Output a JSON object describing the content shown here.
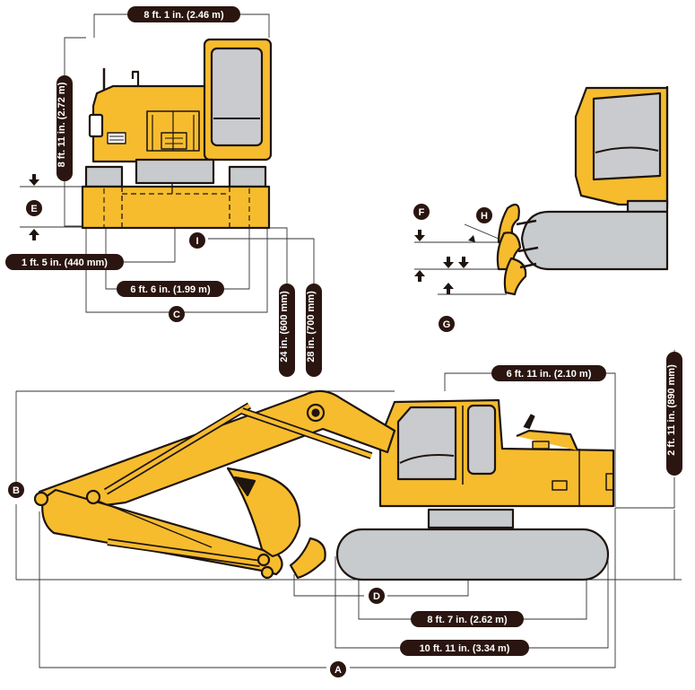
{
  "colors": {
    "machine_yellow": "#F6BC2E",
    "track_gray": "#C8CBCD",
    "glass_gray": "#C9CBCE",
    "outline": "#1E1410",
    "pill_bg": "#2A1510",
    "pill_text": "#FFFFFF",
    "dim_line": "#333333"
  },
  "dimensions": {
    "front_overall_width": "8 ft. 1 in. (2.46 m)",
    "front_cab_height": "8 ft. 11 in. (2.72 m)",
    "ground_clearance": "1 ft. 5 in. (440 mm)",
    "track_gauge": "6 ft. 6 in. (1.99 m)",
    "shoe_width_600": "24 in. (600 mm)",
    "shoe_width_700": "28 in. (700 mm)",
    "tail_swing_radius": "6 ft. 11 in. (2.10 m)",
    "counterweight_clearance": "2 ft. 11 in. (890 mm)",
    "tumbler_distance": "8 ft. 7 in. (2.62 m)",
    "track_length": "10 ft. 11 in. (3.34 m)"
  },
  "letters": {
    "a": "A",
    "b": "B",
    "c": "C",
    "d": "D",
    "e": "E",
    "f": "F",
    "g": "G",
    "h": "H",
    "i": "I"
  }
}
